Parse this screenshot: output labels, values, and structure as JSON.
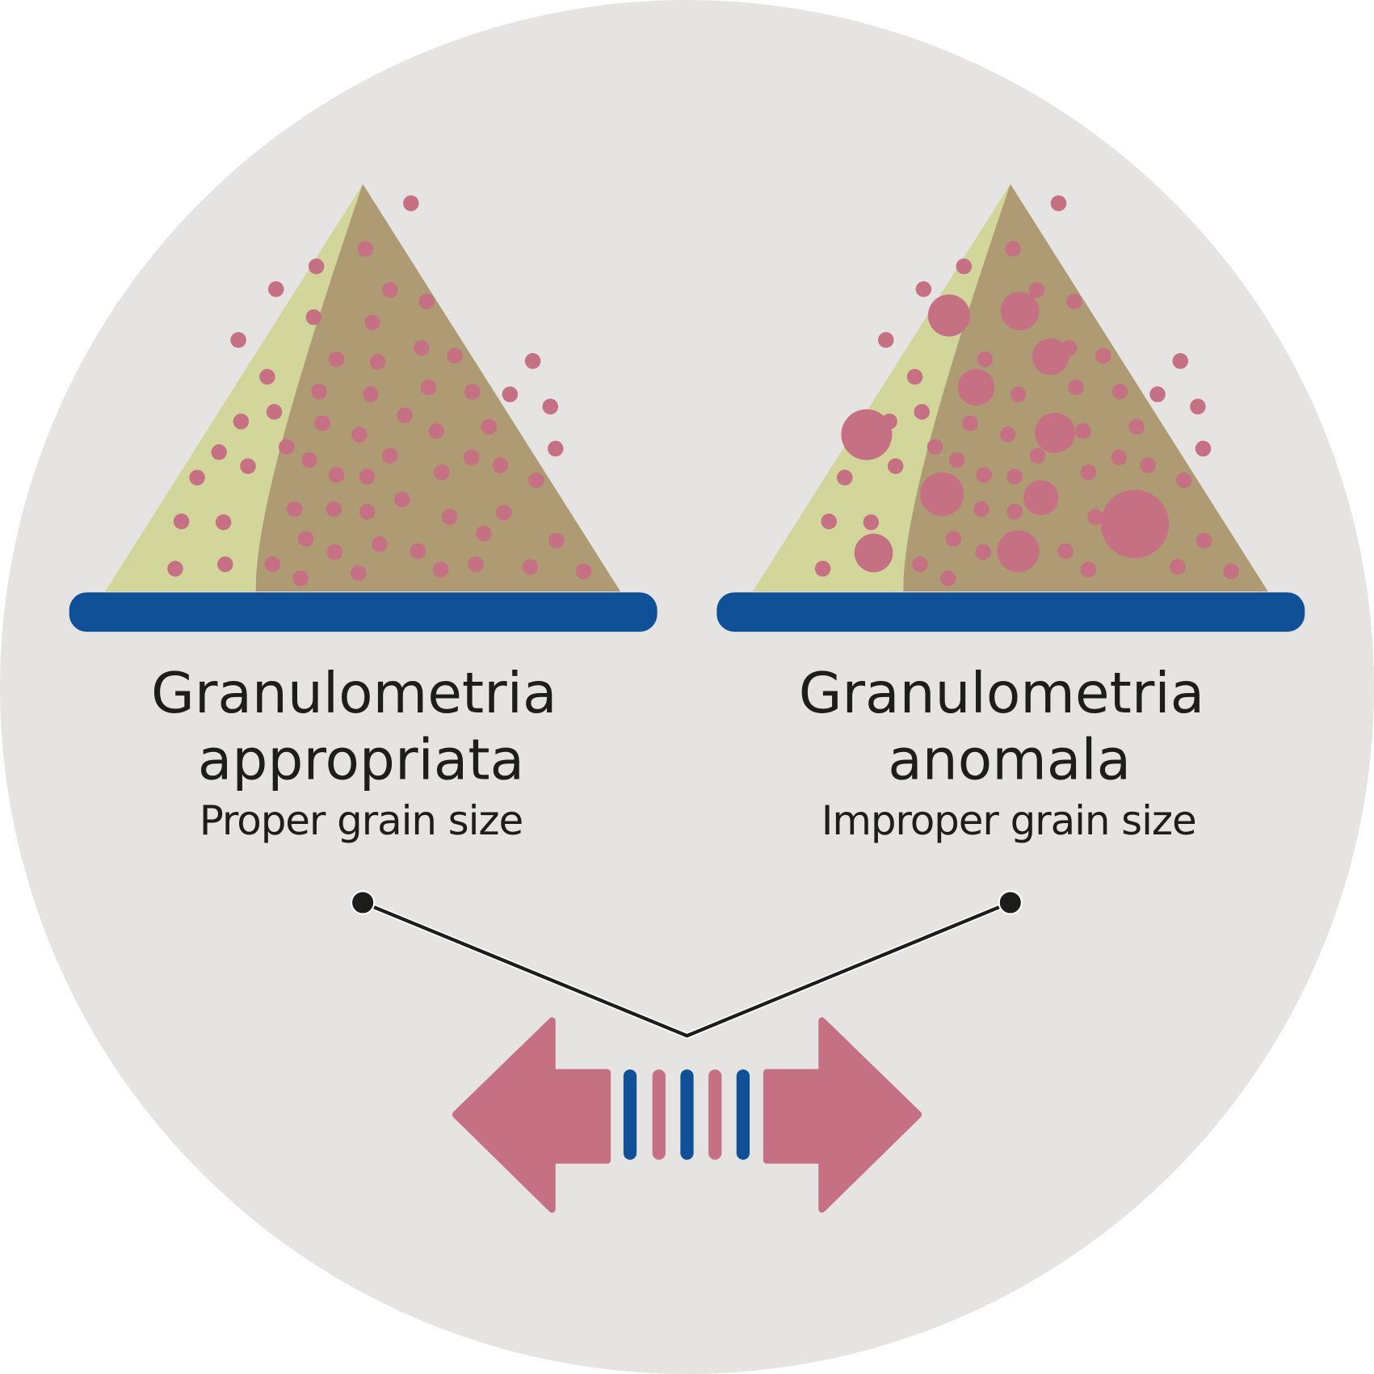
{
  "left": {
    "title_line1": "Granulometria",
    "title_line2": "appropriata",
    "subtitle": "Proper grain size"
  },
  "right": {
    "title_line1": "Granulometria",
    "title_line2": "anomala",
    "subtitle": "Improper grain size"
  },
  "colors": {
    "background": "#e5e4e2",
    "sand_light": "#d2d69a",
    "sand_dark": "#ae9b73",
    "grain": "#c57183",
    "base": "#0f5096",
    "line": "#1d1d1b"
  },
  "icons": [
    "sand-pile-icon",
    "grain-dots",
    "double-arrow-icon"
  ]
}
